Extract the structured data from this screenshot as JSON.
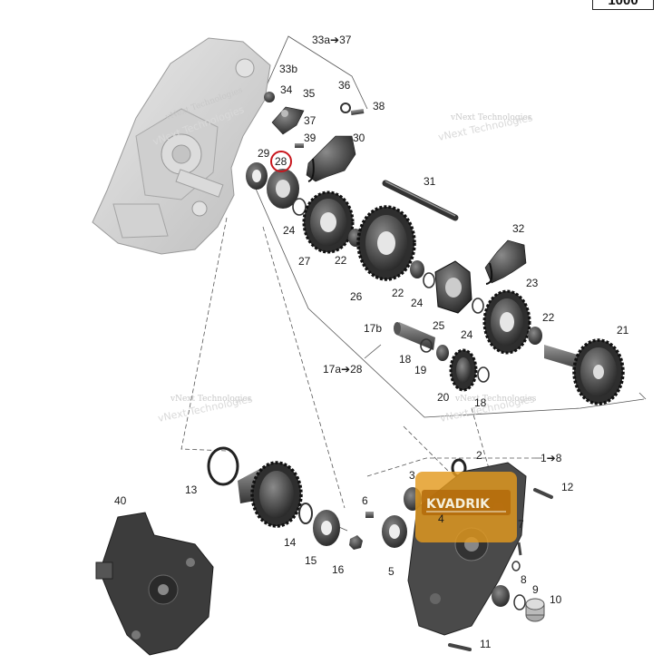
{
  "page_number": "1000",
  "watermark": {
    "text": "vNext Technologies"
  },
  "logo": {
    "brand": "KVADRIK"
  },
  "colors": {
    "case": "#d3d3d3",
    "part_dark": "#3a3a3a",
    "highlight": "#c8161d",
    "logo": "#e39a1e"
  },
  "callouts": [
    {
      "id": "c-33a37",
      "label": "33a➔37"
    },
    {
      "id": "c-33b",
      "label": "33b"
    },
    {
      "id": "c-34",
      "label": "34"
    },
    {
      "id": "c-35",
      "label": "35"
    },
    {
      "id": "c-36",
      "label": "36"
    },
    {
      "id": "c-37",
      "label": "37"
    },
    {
      "id": "c-38",
      "label": "38"
    },
    {
      "id": "c-39",
      "label": "39"
    },
    {
      "id": "c-30",
      "label": "30"
    },
    {
      "id": "c-29",
      "label": "29"
    },
    {
      "id": "c-28",
      "label": "28"
    },
    {
      "id": "c-31",
      "label": "31"
    },
    {
      "id": "c-24a",
      "label": "24"
    },
    {
      "id": "c-27",
      "label": "27"
    },
    {
      "id": "c-22a",
      "label": "22"
    },
    {
      "id": "c-32",
      "label": "32"
    },
    {
      "id": "c-26",
      "label": "26"
    },
    {
      "id": "c-22b",
      "label": "22"
    },
    {
      "id": "c-24b",
      "label": "24"
    },
    {
      "id": "c-23",
      "label": "23"
    },
    {
      "id": "c-25",
      "label": "25"
    },
    {
      "id": "c-24c",
      "label": "24"
    },
    {
      "id": "c-17b",
      "label": "17b"
    },
    {
      "id": "c-22c",
      "label": "22"
    },
    {
      "id": "c-21",
      "label": "21"
    },
    {
      "id": "c-18a",
      "label": "18"
    },
    {
      "id": "c-19",
      "label": "19"
    },
    {
      "id": "c-17a28",
      "label": "17a➔28"
    },
    {
      "id": "c-20",
      "label": "20"
    },
    {
      "id": "c-18b",
      "label": "18"
    },
    {
      "id": "c-2",
      "label": "2"
    },
    {
      "id": "c-18",
      "label": "1➔8"
    },
    {
      "id": "c-13",
      "label": "13"
    },
    {
      "id": "c-3",
      "label": "3"
    },
    {
      "id": "c-12",
      "label": "12"
    },
    {
      "id": "c-40",
      "label": "40"
    },
    {
      "id": "c-6",
      "label": "6"
    },
    {
      "id": "c-4",
      "label": "4"
    },
    {
      "id": "c-7",
      "label": "7"
    },
    {
      "id": "c-14",
      "label": "14"
    },
    {
      "id": "c-15",
      "label": "15"
    },
    {
      "id": "c-16",
      "label": "16"
    },
    {
      "id": "c-5",
      "label": "5"
    },
    {
      "id": "c-8",
      "label": "8"
    },
    {
      "id": "c-9",
      "label": "9"
    },
    {
      "id": "c-10",
      "label": "10"
    },
    {
      "id": "c-11",
      "label": "11"
    }
  ]
}
